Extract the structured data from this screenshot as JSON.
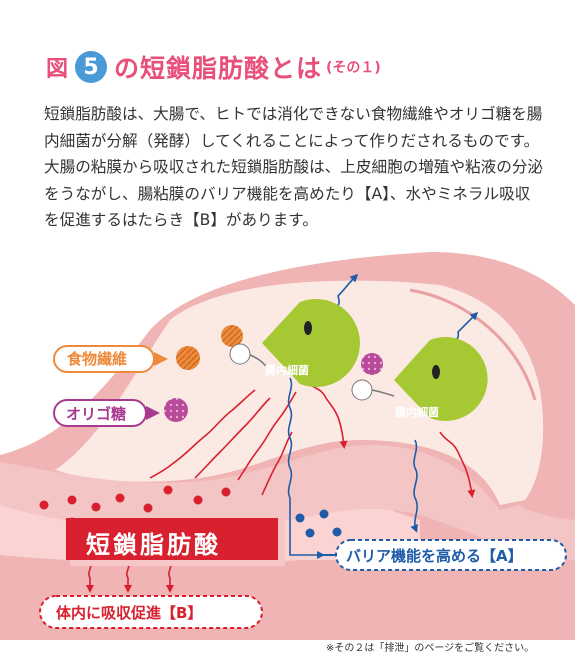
{
  "title": {
    "figure_label": "図",
    "figure_number": "5",
    "main": "の短鎖脂肪酸とは",
    "sub": "(その１)"
  },
  "description": "短鎖脂肪酸は、大腸で、ヒトでは消化できない食物繊維やオリゴ糖を腸内細菌が分解（発酵）してくれることによって作りだされるものです。大腸の粘膜から吸収された短鎖脂肪酸は、上皮細胞の増殖や粘液の分泌をうながし、腸粘膜のバリア機能を高めたり【A】、水やミネラル吸収を促進するはたらき【B】があります。",
  "diagram": {
    "labels": {
      "fiber": "食物繊維",
      "oligo": "オリゴ糖",
      "bacteria1": "腸内細菌",
      "bacteria2": "腸内細菌",
      "scfa": "短鎖脂肪酸",
      "barrier": "バリア機能を高める【A】",
      "absorption": "体内に吸収促進【B】"
    },
    "colors": {
      "pink": "#e8507a",
      "blue": "#4a9ad8",
      "green": "#a6c832",
      "orange": "#ee8a3a",
      "purple": "#a83a8e",
      "red": "#d8202e",
      "navy": "#1f5ca8",
      "wall": "#f0b4b4",
      "lumen": "#fbe9e4"
    }
  },
  "footnote": "※その２は「排泄」のページをご覧ください。"
}
